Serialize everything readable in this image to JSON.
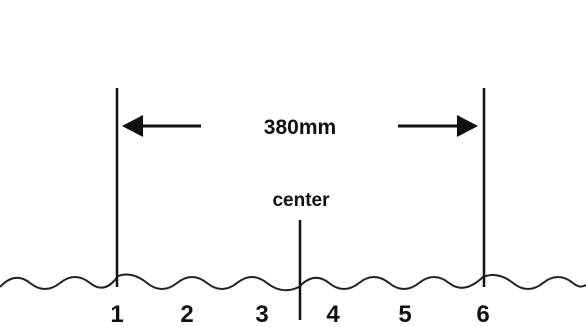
{
  "caption": "",
  "dimension": {
    "label": "380mm"
  },
  "center": {
    "label": "center"
  },
  "positions": [
    "1",
    "2",
    "3",
    "4",
    "5",
    "6"
  ]
}
